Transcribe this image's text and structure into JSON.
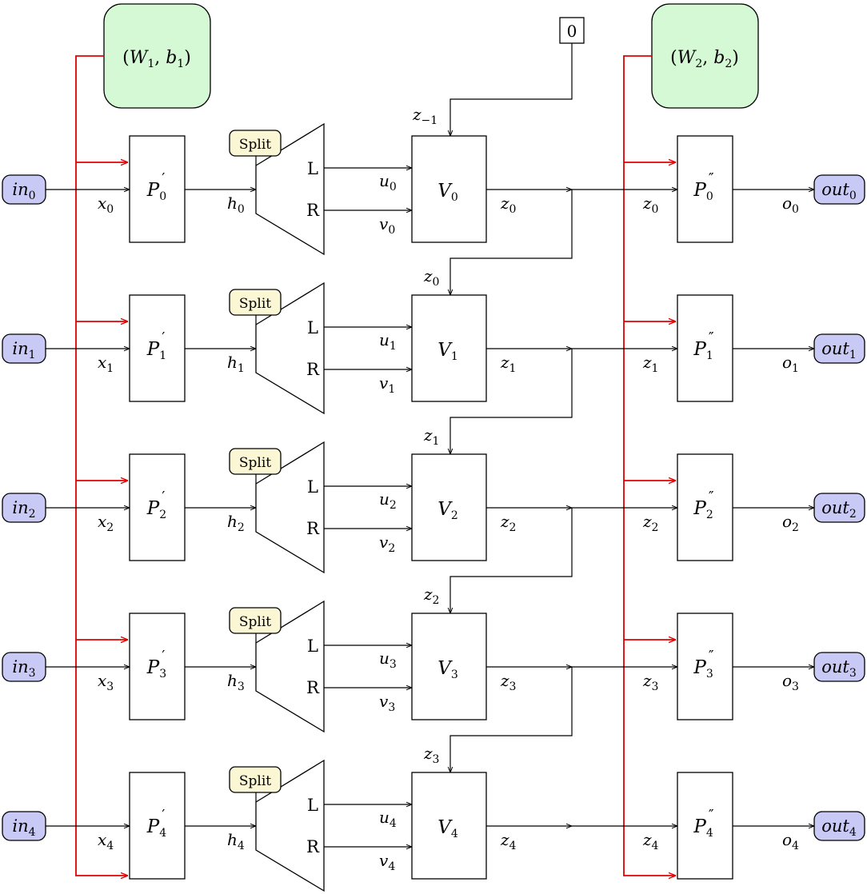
{
  "colors": {
    "input_output_fill": "#c9c9f5",
    "param_fill": "#d5f8d5",
    "split_fill": "#fbf7d4",
    "param_wire": "#e00000",
    "wire": "#000000"
  },
  "params_first": {
    "W": "W",
    "W_sub": "1",
    "b": "b",
    "b_sub": "1"
  },
  "params_second": {
    "W": "W",
    "W_sub": "2",
    "b": "b",
    "b_sub": "2"
  },
  "initial_state": {
    "value": "0",
    "label": "z",
    "label_sub": "−1"
  },
  "split_label": "Split",
  "branch_left": "L",
  "branch_right": "R",
  "rows": [
    {
      "index": "0",
      "input": "in",
      "x": "x",
      "p1": "P",
      "h": "h",
      "u": "u",
      "v": "v",
      "cell": "V",
      "z": "z",
      "p2": "P",
      "o": "o",
      "output": "out"
    },
    {
      "index": "1",
      "input": "in",
      "x": "x",
      "p1": "P",
      "h": "h",
      "u": "u",
      "v": "v",
      "cell": "V",
      "z": "z",
      "p2": "P",
      "o": "o",
      "output": "out"
    },
    {
      "index": "2",
      "input": "in",
      "x": "x",
      "p1": "P",
      "h": "h",
      "u": "u",
      "v": "v",
      "cell": "V",
      "z": "z",
      "p2": "P",
      "o": "o",
      "output": "out"
    },
    {
      "index": "3",
      "input": "in",
      "x": "x",
      "p1": "P",
      "h": "h",
      "u": "u",
      "v": "v",
      "cell": "V",
      "z": "z",
      "p2": "P",
      "o": "o",
      "output": "out"
    },
    {
      "index": "4",
      "input": "in",
      "x": "x",
      "p1": "P",
      "h": "h",
      "u": "u",
      "v": "v",
      "cell": "V",
      "z": "z",
      "p2": "P",
      "o": "o",
      "output": "out"
    }
  ]
}
